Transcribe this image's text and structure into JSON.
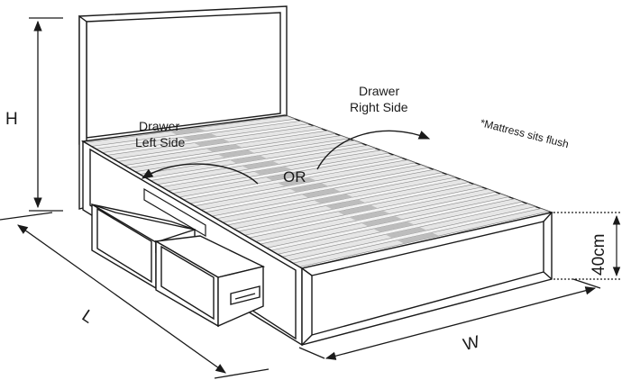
{
  "labels": {
    "height": "H",
    "length": "L",
    "width": "W",
    "base_height": "40cm",
    "drawer_left_line1": "Drawer",
    "drawer_left_line2": "Left Side",
    "drawer_right_line1": "Drawer",
    "drawer_right_line2": "Right Side",
    "or": "OR",
    "mattress_note": "*Mattress sits flush"
  },
  "colors": {
    "line": "#1a1a1a",
    "slat_light": "#e6e6e6",
    "slat_dark": "#bdbdbd",
    "panel": "#ffffff"
  }
}
